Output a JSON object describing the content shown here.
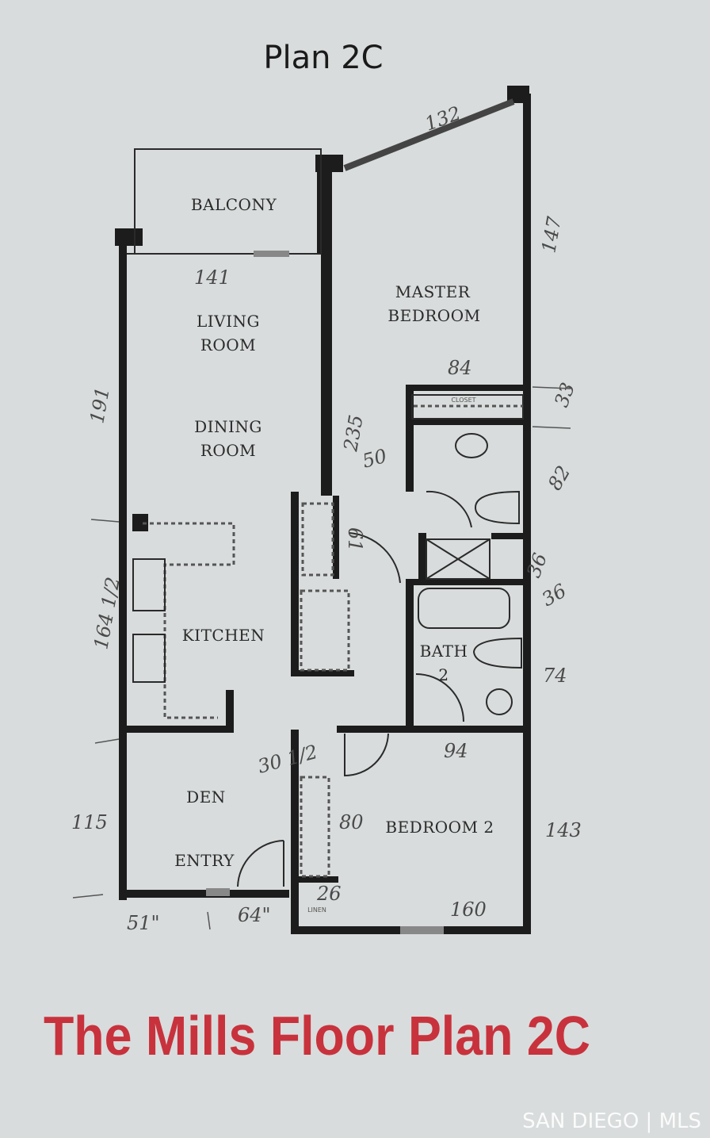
{
  "header": {
    "title": "Plan 2C"
  },
  "rooms": {
    "balcony": "BALCONY",
    "living": [
      "LIVING",
      "ROOM"
    ],
    "dining": [
      "DINING",
      "ROOM"
    ],
    "kitchen": "KITCHEN",
    "den": "DEN",
    "entry": "ENTRY",
    "master": [
      "MASTER",
      "BEDROOM"
    ],
    "bath2": [
      "BATH",
      "2"
    ],
    "bedroom2": "BEDROOM 2",
    "closet": "CLOSET",
    "linen": "LINEN"
  },
  "measurements": {
    "master_window": "132",
    "master_right": "147",
    "balcony_width": "141",
    "living_left": "191",
    "closet_width": "84",
    "closet_depth": "33",
    "hall_left": "235",
    "hall_mid": "50",
    "hall_door": "61",
    "master_bath": "82",
    "shower": "36",
    "tub": "36",
    "bath2": "74",
    "kitchen_left": "164 1/2",
    "closet_small": "30 1/2",
    "bedroom2_top": "94",
    "bedroom2_closet": "80",
    "den_left": "115",
    "bedroom2_right": "143",
    "linen": "26",
    "bedroom2_bottom": "160",
    "den_bottom_a": "51\"",
    "den_bottom_b": "64\""
  },
  "caption": "The Mills Floor Plan 2C",
  "watermark": "SAN DIEGO | MLS"
}
